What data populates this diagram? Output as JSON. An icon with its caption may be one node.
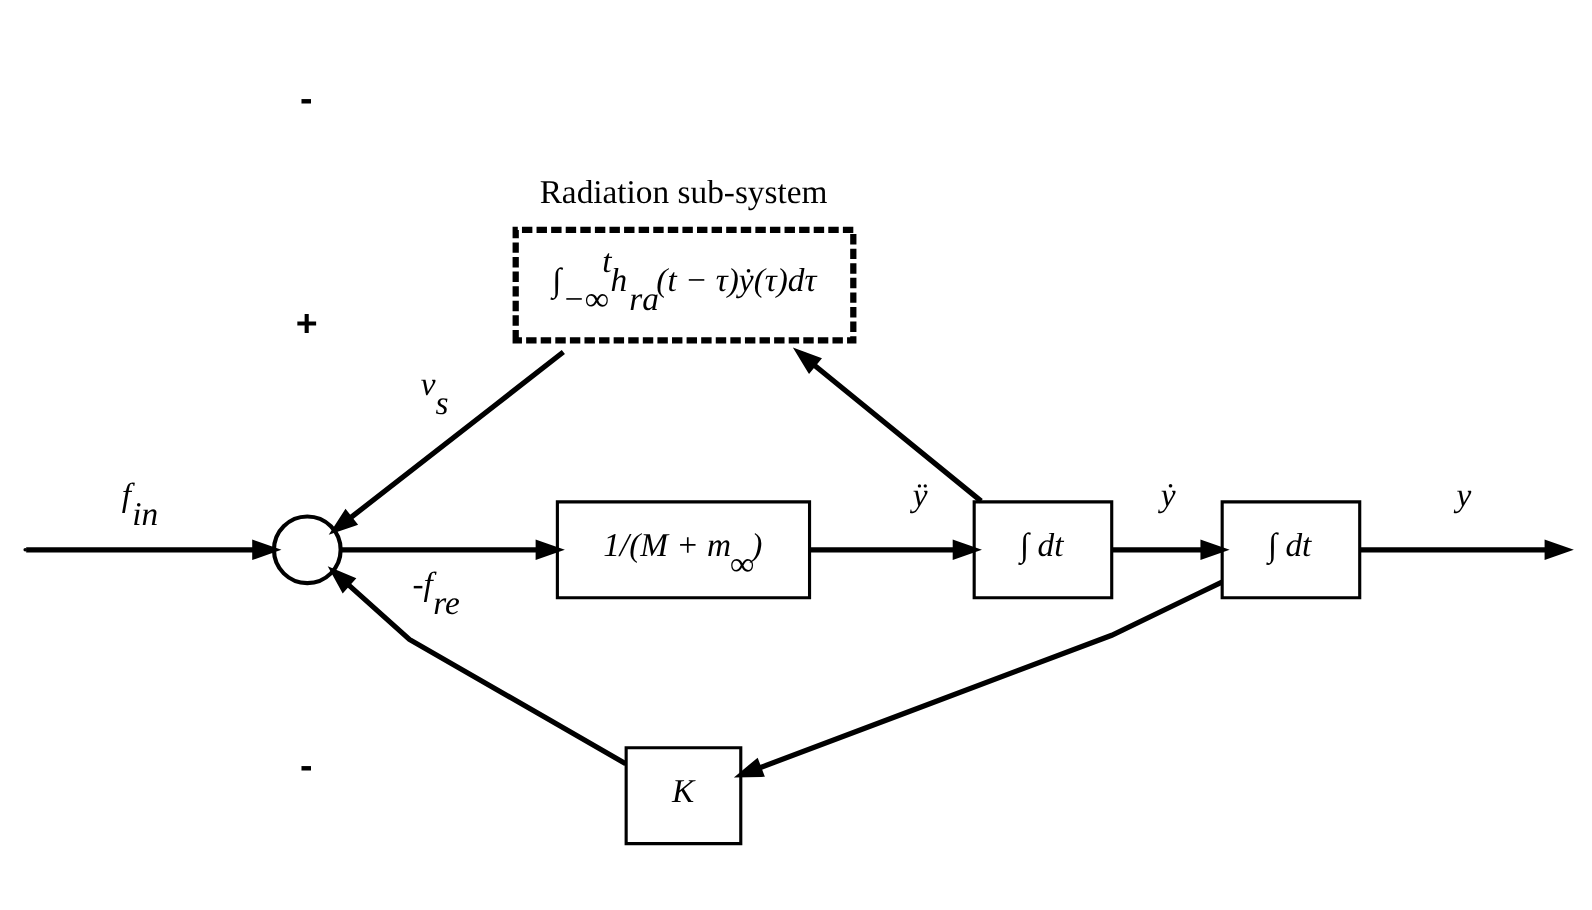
{
  "diagram": {
    "nodes": [
      {
        "text": [
          "Radiation sub-system",
          "∫$_{−∞}$$^{t}$h$_{ra}$(t − τ)ẏ(τ)dτ"
        ]
      },
      {
        "text": [],
        "shape": "circle"
      },
      {
        "text": [
          "1/(M + m$_{∞}$)"
        ]
      },
      {
        "text": [
          "∫ dt"
        ]
      },
      {
        "text": [
          "∫ dt"
        ]
      },
      {
        "text": [
          "K"
        ]
      }
    ],
    "edges": [
      {
        "from": null,
        "to": 1,
        "arrow": "to",
        "label": "f$_{in}$"
      },
      {
        "from": 1,
        "to": 2,
        "arrow": "to"
      },
      {
        "from": 2,
        "to": 3,
        "arrow": "to",
        "label": "ÿ"
      },
      {
        "from": 3,
        "to": 4,
        "arrow": "to",
        "label": "ẏ"
      },
      {
        "from": 4,
        "to": null,
        "arrow": "to",
        "label": "y"
      },
      {
        "from": 3,
        "to": 0,
        "arrow": "to"
      },
      {
        "from": 0,
        "to": 1,
        "arrow": "to",
        "label": "v$_{s}$"
      },
      {
        "from": 4,
        "to": 5,
        "arrow": "to"
      },
      {
        "from": 5,
        "to": 1,
        "arrow": "to",
        "label": "-f$_{re}$"
      }
    ],
    "labels": [
      "-",
      "+",
      "-"
    ]
  }
}
